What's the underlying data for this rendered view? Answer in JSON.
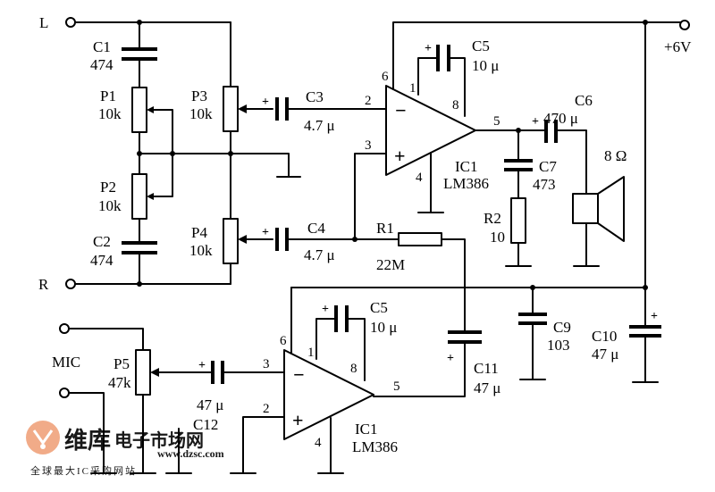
{
  "terminals": {
    "left": "L",
    "right": "R",
    "mic": "MIC",
    "supply": "+6V"
  },
  "components": {
    "c1": {
      "ref": "C1",
      "value": "474"
    },
    "c2": {
      "ref": "C2",
      "value": "474"
    },
    "p1": {
      "ref": "P1",
      "value": "10k"
    },
    "p2": {
      "ref": "P2",
      "value": "10k"
    },
    "p3": {
      "ref": "P3",
      "value": "10k"
    },
    "p4": {
      "ref": "P4",
      "value": "10k"
    },
    "p5": {
      "ref": "P5",
      "value": "47k"
    },
    "c3": {
      "ref": "C3",
      "value": "4.7 μ"
    },
    "c4": {
      "ref": "C4",
      "value": "4.7 μ"
    },
    "c5_top": {
      "ref": "C5",
      "value": "10 μ"
    },
    "c5_bottom": {
      "ref": "C5",
      "value": "10 μ"
    },
    "c6": {
      "ref": "C6",
      "value": "470 μ"
    },
    "c7": {
      "ref": "C7",
      "value": "473"
    },
    "r2": {
      "ref": "R2",
      "value": "10"
    },
    "speaker": {
      "value": "8 Ω"
    },
    "r1": {
      "ref": "R1",
      "value": "22M"
    },
    "c9": {
      "ref": "C9",
      "value": "103"
    },
    "c10": {
      "ref": "C10",
      "value": "47 μ"
    },
    "c11": {
      "ref": "C11",
      "value": "47 μ"
    },
    "c12": {
      "ref": "C12",
      "value": "47 μ"
    },
    "ic_top": {
      "ref": "IC1",
      "part": "LM386"
    },
    "ic_bottom": {
      "ref": "IC1",
      "part": "LM386"
    }
  },
  "pins": {
    "top": {
      "p6": "6",
      "p1": "1",
      "p8": "8",
      "p2": "2",
      "p3": "3",
      "p4": "4",
      "p5": "5"
    },
    "bottom": {
      "p6": "6",
      "p1": "1",
      "p8": "8",
      "p3": "3",
      "p2": "2",
      "p4": "4",
      "p5": "5"
    }
  },
  "signs": {
    "minus": "−",
    "plus": "+"
  },
  "watermark": {
    "brand": "维库",
    "tagline": "电子市场网",
    "url": "www.dzsc.com",
    "sub": "全球最大IC采购网站"
  }
}
